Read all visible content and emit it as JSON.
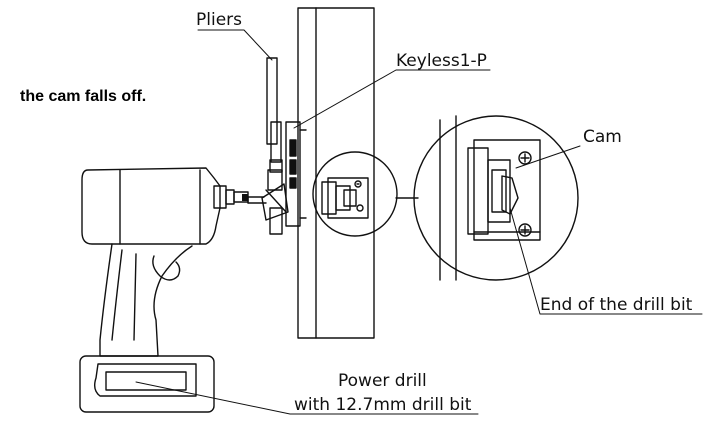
{
  "caption": "the cam falls off.",
  "labels": {
    "pliers": "Pliers",
    "keyless": "Keyless1-P",
    "cam": "Cam",
    "drill_bit_end": "End of the drill bit",
    "power_drill_line1": "Power drill",
    "power_drill_line2": "with 12.7mm drill bit"
  }
}
